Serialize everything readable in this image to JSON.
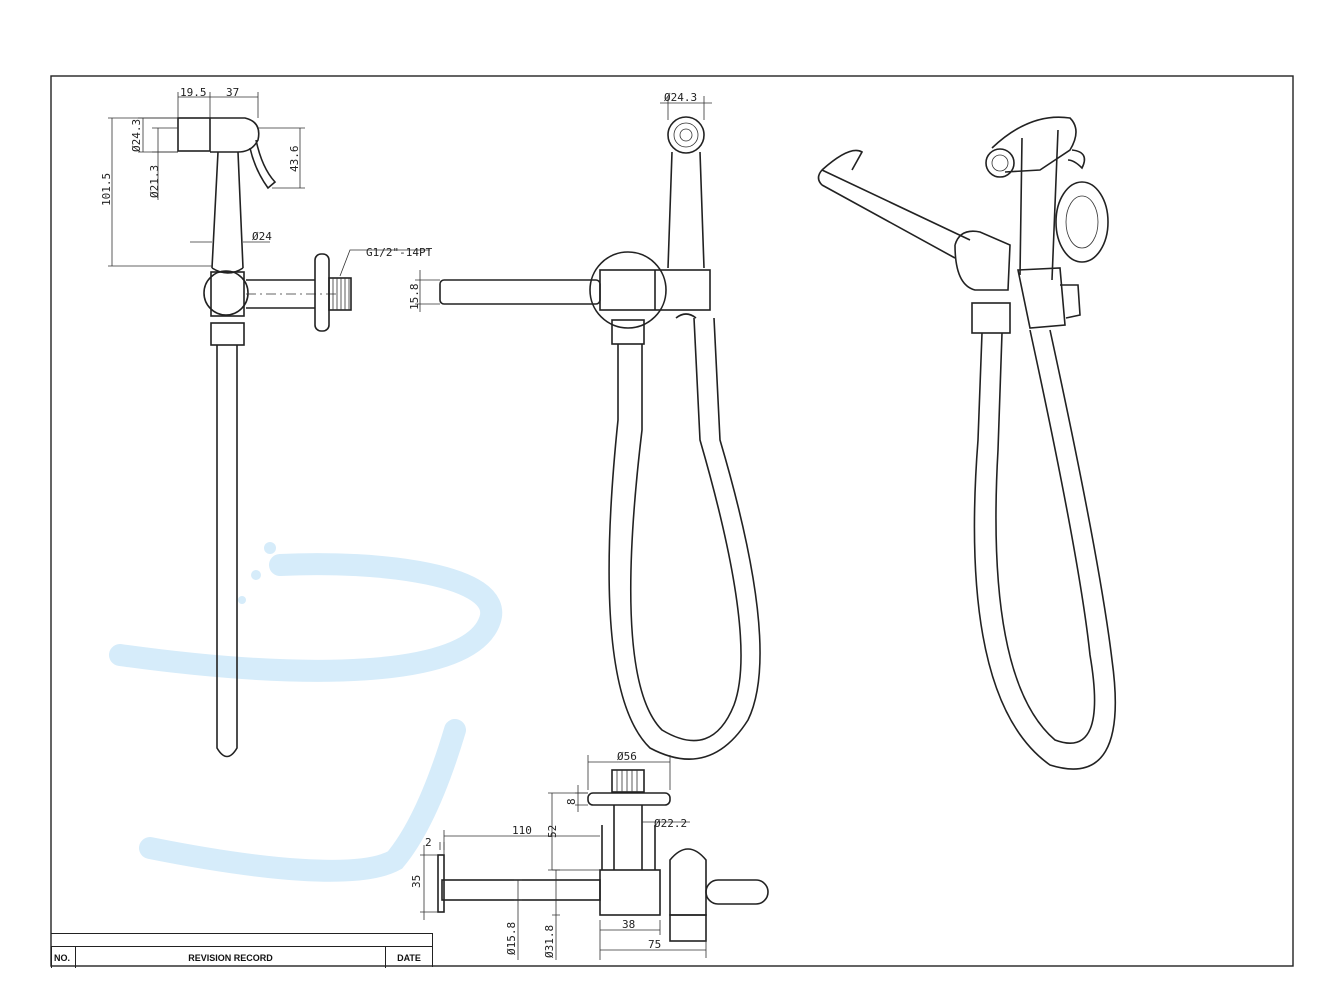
{
  "dimensions": {
    "side_view": {
      "width_19_5": "19.5",
      "width_37": "37",
      "dia_24_3": "Ø24.3",
      "dia_21_3": "Ø21.3",
      "height_43_6": "43.6",
      "height_101_5": "101.5",
      "dia_24": "Ø24",
      "thread": "G1/2\"-14PT"
    },
    "front_view": {
      "dia_24_3": "Ø24.3",
      "dia_15_8": "15.8"
    },
    "detail_view": {
      "dia_56": "Ø56",
      "height_8": "8",
      "length_110": "110",
      "height_52": "52",
      "dia_22_2": "Ø22.2",
      "width_2": "2",
      "height_35": "35",
      "dia_15_8": "Ø15.8",
      "dia_31_8": "Ø31.8",
      "width_38": "38",
      "width_75": "75"
    }
  },
  "revision_table": {
    "no_label": "NO.",
    "record_label": "REVISION RECORD",
    "date_label": "DATE"
  },
  "colors": {
    "line": "#222222",
    "watermark": "#d6ecfa",
    "background": "#ffffff"
  }
}
